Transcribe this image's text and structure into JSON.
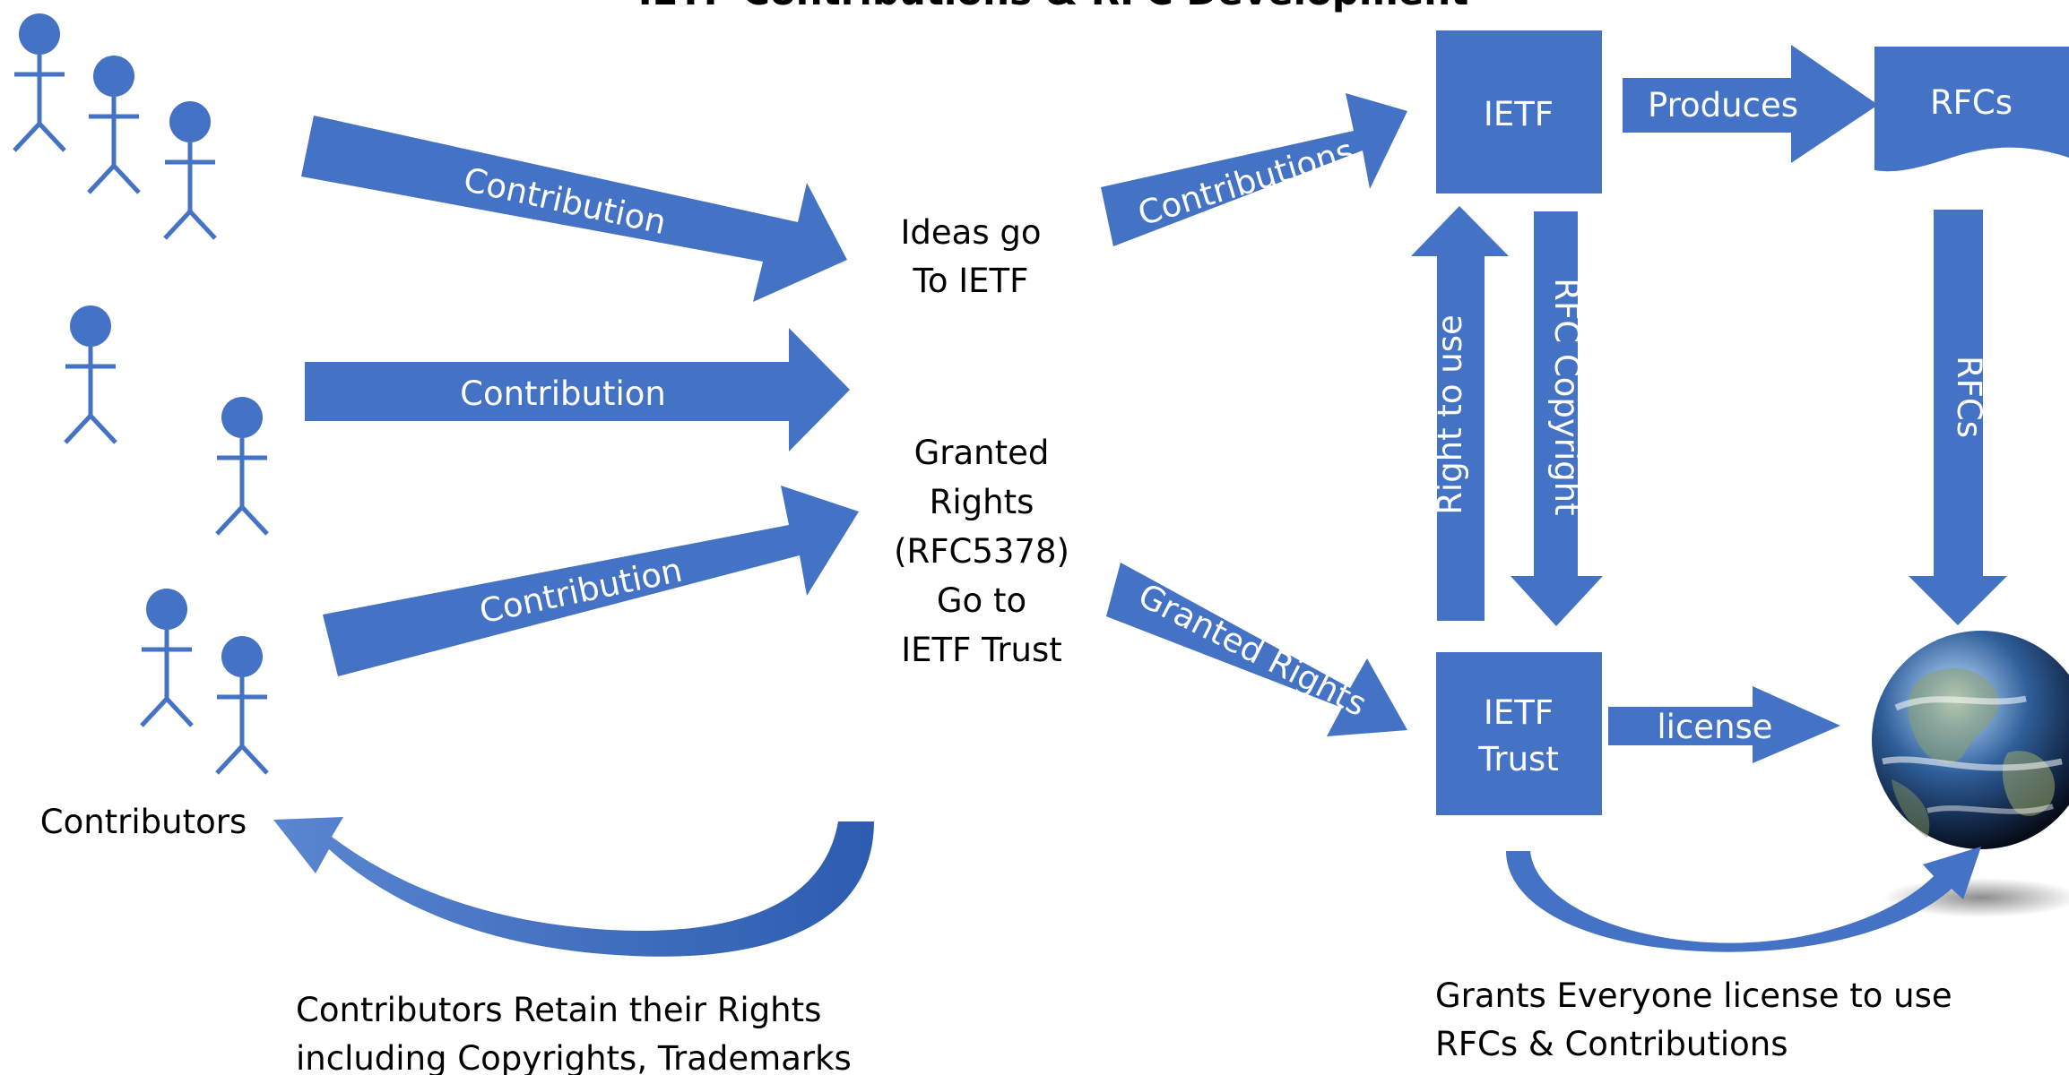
{
  "title": "IETF Contributions & RFC Development",
  "colors": {
    "shape_fill": "#4472c4",
    "stick_figure": "#4472c4",
    "text_dark": "#000000",
    "text_light": "#ffffff"
  },
  "labels": {
    "contributors": "Contributors",
    "ideas_go": "Ideas go",
    "to_ietf": "To IETF",
    "granted_1": "Granted",
    "granted_2": "Rights",
    "granted_3": "(RFC5378)",
    "granted_4": "Go to",
    "granted_5": "IETF Trust",
    "retain_1": "Contributors Retain their Rights",
    "retain_2": "including Copyrights, Trademarks",
    "grants_1": "Grants Everyone license to use",
    "grants_2": "RFCs & Contributions"
  },
  "arrows": {
    "contribution_top": "Contribution",
    "contribution_mid": "Contribution",
    "contribution_bottom": "Contribution",
    "contributions": "Contributions",
    "granted_rights": "Granted Rights",
    "produces": "Produces",
    "right_to_use": "Right to use",
    "rfc_copyright": "RFC Copyright",
    "rfcs_down": "RFCs",
    "license": "license"
  },
  "boxes": {
    "ietf": "IETF",
    "ietf_trust_1": "IETF",
    "ietf_trust_2": "Trust",
    "rfcs_document": "RFCs"
  },
  "icons": {
    "contributors": "stick-figure-icon",
    "world": "globe-icon"
  }
}
